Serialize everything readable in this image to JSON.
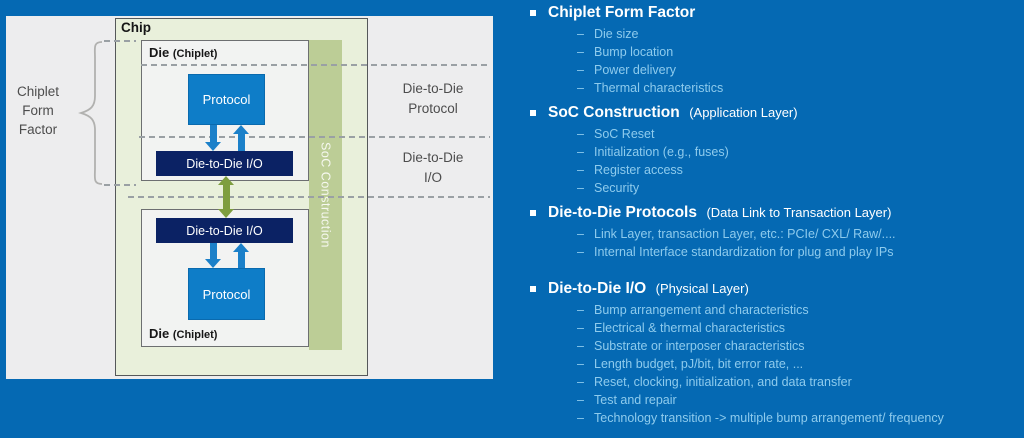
{
  "colors": {
    "background_blue": "#0569b3",
    "panel_gray": "#ededee",
    "chip_fill": "#e9f0db",
    "soc_bar_fill": "#bccd96",
    "protocol_fill": "#0e7dc8",
    "io_fill": "#0b2264",
    "arrow_blue": "#1b80c9",
    "arrow_green": "#7e9e3f",
    "heading_text": "#ffffff",
    "subitem_text": "#8ecbed",
    "diagram_label_text": "#4d4d4d"
  },
  "diagram": {
    "chip_label": "Chip",
    "die_label": "Die",
    "die_label_paren": "(Chiplet)",
    "protocol_label": "Protocol",
    "io_label": "Die-to-Die I/O",
    "soc_bar_label": "SoC Construction",
    "form_factor_lines": [
      "Chiplet",
      "Form",
      "Factor"
    ],
    "protocol_zone_lines": [
      "Die-to-Die",
      "Protocol"
    ],
    "io_zone_lines": [
      "Die-to-Die",
      "I/O"
    ]
  },
  "bullets": {
    "dash": "–",
    "sections": [
      {
        "title": "Chiplet Form Factor",
        "paren": "",
        "items": [
          "Die size",
          "Bump location",
          "Power delivery",
          "Thermal characteristics"
        ]
      },
      {
        "title": "SoC Construction",
        "paren": "(Application Layer)",
        "items": [
          "SoC Reset",
          "Initialization (e.g., fuses)",
          "Register access",
          "Security"
        ]
      },
      {
        "title": "Die-to-Die Protocols",
        "paren": "(Data Link to Transaction Layer)",
        "items": [
          "Link Layer, transaction Layer, etc.: PCIe/ CXL/ Raw/....",
          "Internal Interface standardization for plug and play IPs"
        ]
      },
      {
        "title": "Die-to-Die I/O",
        "paren": "(Physical Layer)",
        "items": [
          "Bump arrangement and characteristics",
          "Electrical & thermal characteristics",
          "Substrate or interposer characteristics",
          "Length budget, pJ/bit, bit error rate, ...",
          "Reset, clocking, initialization, and data transfer",
          "Test and repair",
          "Technology transition -> multiple bump arrangement/ frequency"
        ]
      }
    ]
  }
}
